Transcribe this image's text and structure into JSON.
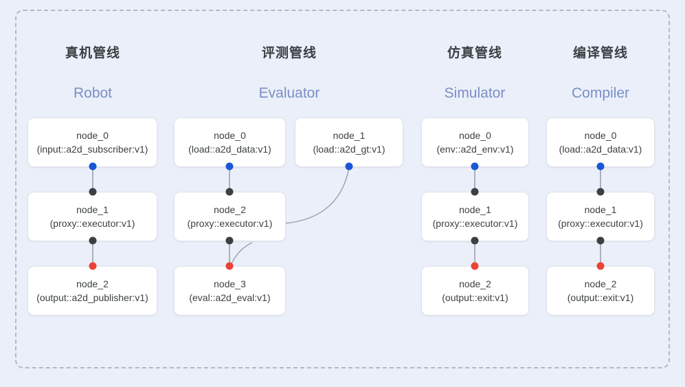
{
  "diagram": {
    "background_color": "#eaeff9",
    "frame_border_color": "#b3b8c4",
    "node_fill": "#ffffff",
    "node_border": "#dfe3ea",
    "edge_color": "#9aa0ac",
    "port_colors": {
      "input": "#1a56d6",
      "passthrough": "#3c4043",
      "output": "#ea4335"
    },
    "header_zh_color": "#3c4043",
    "header_en_color": "#7b8ec7"
  },
  "columns": [
    {
      "id": "robot",
      "title_zh": "真机管线",
      "title_en": "Robot",
      "nodes": [
        {
          "name": "node_0",
          "spec": "(input::a2d_subscriber:v1)"
        },
        {
          "name": "node_1",
          "spec": "(proxy::executor:v1)"
        },
        {
          "name": "node_2",
          "spec": "(output::a2d_publisher:v1)"
        }
      ]
    },
    {
      "id": "evaluator",
      "title_zh": "评测管线",
      "title_en": "Evaluator",
      "nodes": [
        {
          "name": "node_0",
          "spec": "(load::a2d_data:v1)"
        },
        {
          "name": "node_1",
          "spec": "(load::a2d_gt:v1)"
        },
        {
          "name": "node_2",
          "spec": "(proxy::executor:v1)"
        },
        {
          "name": "node_3",
          "spec": "(eval::a2d_eval:v1)"
        }
      ]
    },
    {
      "id": "simulator",
      "title_zh": "仿真管线",
      "title_en": "Simulator",
      "nodes": [
        {
          "name": "node_0",
          "spec": "(env::a2d_env:v1)"
        },
        {
          "name": "node_1",
          "spec": "(proxy::executor:v1)"
        },
        {
          "name": "node_2",
          "spec": "(output::exit:v1)"
        }
      ]
    },
    {
      "id": "compiler",
      "title_zh": "编译管线",
      "title_en": "Compiler",
      "nodes": [
        {
          "name": "node_0",
          "spec": "(load::a2d_data:v1)"
        },
        {
          "name": "node_1",
          "spec": "(proxy::executor:v1)"
        },
        {
          "name": "node_2",
          "spec": "(output::exit:v1)"
        }
      ]
    }
  ]
}
